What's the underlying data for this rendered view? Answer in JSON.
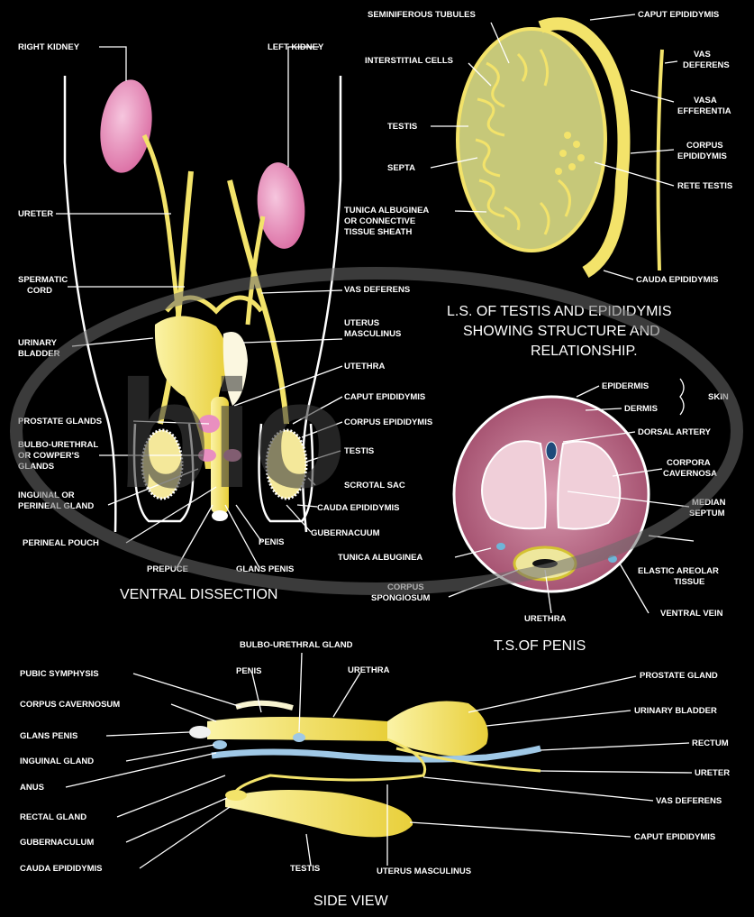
{
  "colors": {
    "background": "#000000",
    "label": "#ffffff",
    "yellow": "#f3e36a",
    "pink": "#e98fc0",
    "testis_fill": "#f4e89a",
    "ts_tissue": "#b5627e",
    "watermark": "#6b6b6b"
  },
  "watermark": {
    "text": "bio"
  },
  "ventral": {
    "caption": "VENTRAL DISSECTION",
    "labels": {
      "right_kidney": "RIGHT KIDNEY",
      "left_kidney": "LEFT KIDNEY",
      "ureter": "URETER",
      "spermatic_cord_1": "SPERMATIC",
      "spermatic_cord_2": "CORD",
      "urinary_bladder_1": "URINARY",
      "urinary_bladder_2": "BLADDER",
      "prostate": "PROSTATE GLANDS",
      "bulbo_1": "BULBO-URETHRAL",
      "bulbo_2": "OR COWPER'S",
      "bulbo_3": "GLANDS",
      "inguinal_1": "INGUINAL OR",
      "inguinal_2": "PERINEAL GLAND",
      "perineal_pouch": "PERINEAL POUCH",
      "prepuce": "PREPUCE",
      "glans": "GLANS PENIS",
      "penis": "PENIS",
      "gubernaculum": "GUBERNACUUM",
      "cauda": "CAUDA EPIDIDYMIS",
      "scrotal": "SCROTAL SAC",
      "testis": "TESTIS",
      "corpus_epi": "CORPUS EPIDIDYMIS",
      "caput_epi": "CAPUT EPIDIDYMIS",
      "utethra": "UTETHRA",
      "uterus_1": "UTERUS",
      "uterus_2": "MASCULINUS",
      "vas": "VAS DEFERENS"
    }
  },
  "ls_testis": {
    "caption_1": "L.S. OF TESTIS AND EPIDIDYMIS",
    "caption_2": "SHOWING  STRUCTURE AND",
    "caption_3": "RELATIONSHIP.",
    "labels": {
      "seminiferous": "SEMINIFEROUS TUBULES",
      "interstitial": "INTERSTITIAL CELLS",
      "testis": "TESTIS",
      "septa": "SEPTA",
      "tunica_1": "TUNICA ALBUGINEA",
      "tunica_2": "OR CONNECTIVE",
      "tunica_3": "TISSUE SHEATH",
      "caput": "CAPUT EPIDIDYMIS",
      "vas_1": "VAS",
      "vas_2": "DEFERENS",
      "vasa_1": "VASA",
      "vasa_2": "EFFERENTIA",
      "corpus_1": "CORPUS",
      "corpus_2": "EPIDIDYMIS",
      "rete": "RETE TESTIS",
      "cauda": "CAUDA EPIDIDYMIS"
    }
  },
  "ts_penis": {
    "caption": "T.S.OF PENIS",
    "labels": {
      "epidermis": "EPIDERMIS",
      "dermis": "DERMIS",
      "skin": "SKIN",
      "dorsal_artery": "DORSAL ARTERY",
      "corpora_1": "CORPORA",
      "corpora_2": "CAVERNOSA",
      "median_1": "MEDIAN",
      "median_2": "SEPTUM",
      "tunica": "TUNICA ALBUGINEA",
      "elastic_1": "ELASTIC  AREOLAR",
      "elastic_2": "TISSUE",
      "corpus_sp_1": "CORPUS",
      "corpus_sp_2": "SPONGIOSUM",
      "urethra": "URETHRA",
      "ventral_vein": "VENTRAL VEIN"
    }
  },
  "side": {
    "caption": "SIDE VIEW",
    "labels": {
      "pubic": "PUBIC SYMPHYSIS",
      "corpus_cav": "CORPUS CAVERNOSUM",
      "glans": "GLANS PENIS",
      "inguinal": "INGUINAL GLAND",
      "anus": "ANUS",
      "rectal": "RECTAL GLAND",
      "gubernaculum": "GUBERNACULUM",
      "cauda": "CAUDA EPIDIDYMIS",
      "bulbo": "BULBO-URETHRAL GLAND",
      "penis": "PENIS",
      "urethra": "URETHRA",
      "prostate": "PROSTATE GLAND",
      "bladder": "URINARY BLADDER",
      "rectum": "RECTUM",
      "ureter": "URETER",
      "vas": "VAS DEFERENS",
      "caput": "CAPUT EPIDIDYMIS",
      "testis": "TESTIS",
      "uterus": "UTERUS MASCULINUS"
    }
  }
}
